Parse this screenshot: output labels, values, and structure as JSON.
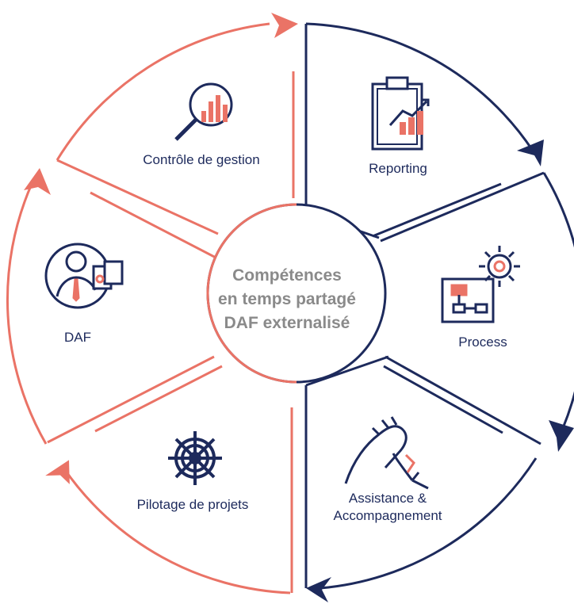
{
  "center": {
    "line1": "Compétences",
    "line2": "en temps partagé",
    "line3": "DAF externalisé"
  },
  "segments": {
    "controle": {
      "label": "Contrôle de gestion",
      "icon": "magnifier-chart-icon"
    },
    "reporting": {
      "label": "Reporting",
      "icon": "clipboard-chart-icon"
    },
    "process": {
      "label": "Process",
      "icon": "process-gear-icon"
    },
    "assistance": {
      "line1": "Assistance &",
      "line2": "Accompagnement",
      "icon": "handshake-icon"
    },
    "pilotage": {
      "label": "Pilotage de projets",
      "icon": "ship-wheel-icon"
    },
    "daf": {
      "label": "DAF",
      "icon": "businessman-icon"
    }
  },
  "colors": {
    "navy": "#1d2a5c",
    "salmon": "#ea7366",
    "center_text": "#8a8a8a"
  }
}
